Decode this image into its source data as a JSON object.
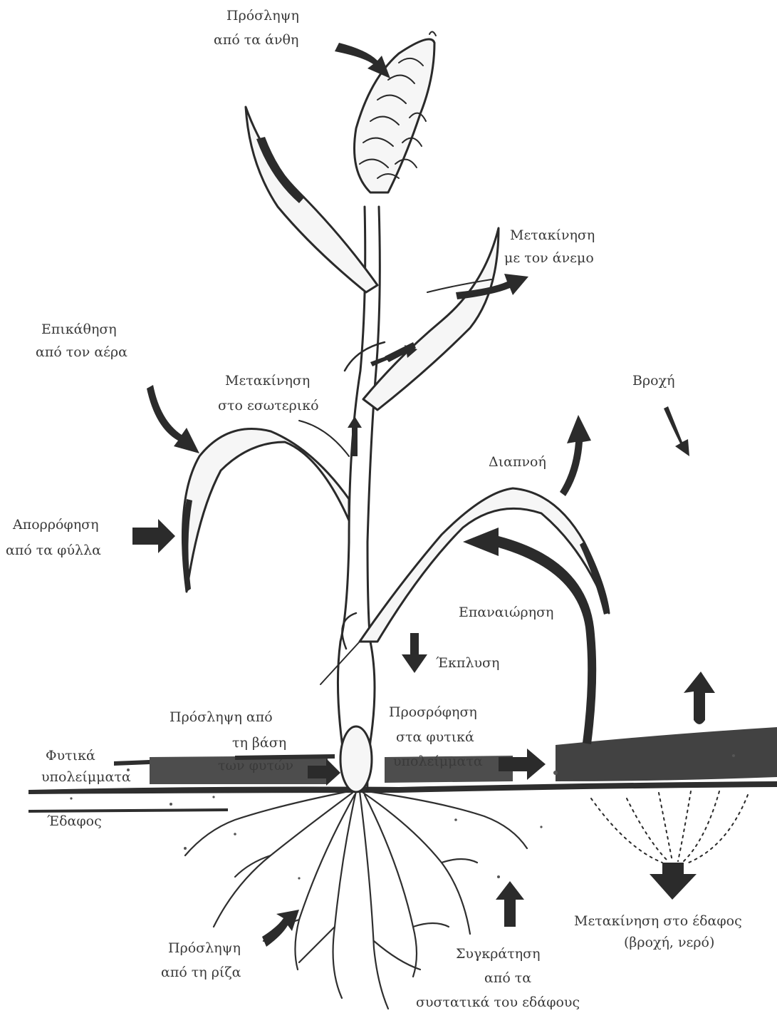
{
  "labels": {
    "flower_uptake": [
      "Πρόσληψη",
      "από τα άνθη"
    ],
    "wind_transport": [
      "Μετακίνηση",
      "με τον άνεμο"
    ],
    "air_deposition": [
      "Επικάθηση",
      "από τον αέρα"
    ],
    "vascular_transport": [
      "Μετακίνηση",
      "στο εσωτερικό"
    ],
    "rain": "Βροχή",
    "transpiration": "Διαπνοή",
    "leaf_absorption": [
      "Απορρόφηση",
      "από τα φύλλα"
    ],
    "resuspension": "Επαναιώρηση",
    "leaching": "Έκπλυση",
    "base_uptake": [
      "Πρόσληψη από",
      "τη βάση",
      "των φυτών"
    ],
    "residue_sorption": [
      "Προσρόφηση",
      "στα φυτικά",
      "υπολείμματα"
    ],
    "plant_residues": [
      "Φυτικά",
      "υπολείμματα"
    ],
    "soil": "Έδαφος",
    "soil_movement": [
      "Μετακίνηση στο έδαφος",
      "(βροχή, νερό)"
    ],
    "root_uptake": [
      "Πρόσληψη",
      "από τη ρίζα"
    ],
    "soil_retention": [
      "Συγκράτηση",
      "από τα",
      "συστατικά του εδάφους"
    ]
  }
}
